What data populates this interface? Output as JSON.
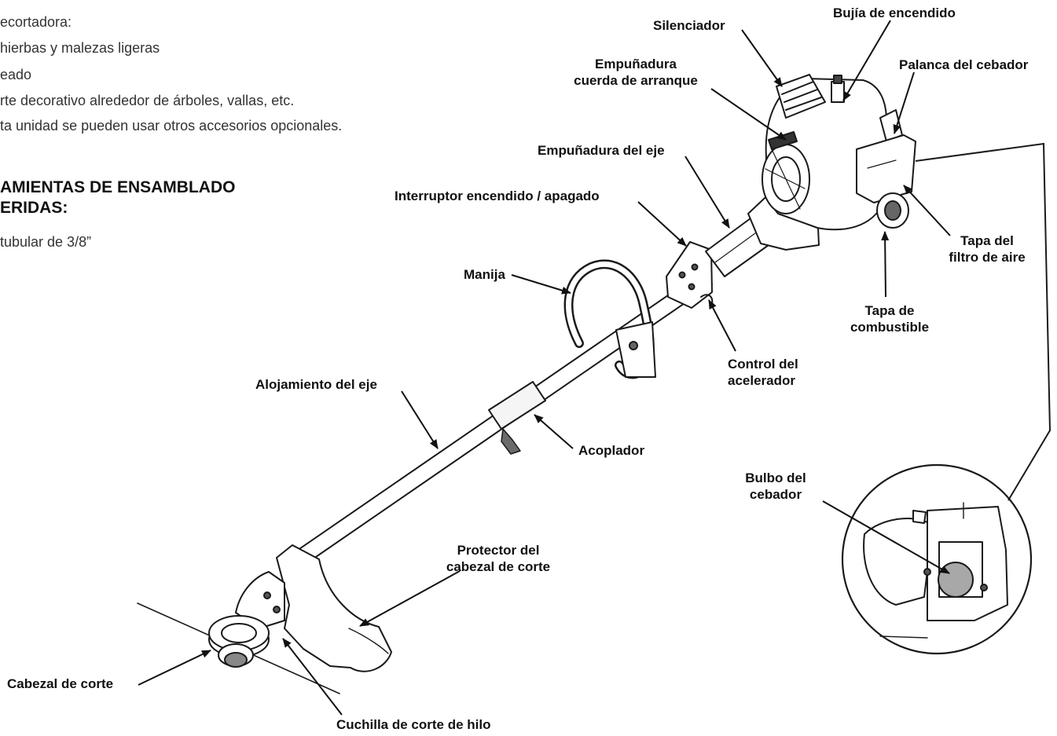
{
  "intro": {
    "lines": [
      "ecortadora:",
      "hierbas y malezas ligeras",
      "eado",
      "rte decorativo alrededor de árboles, vallas, etc.",
      "ta unidad se pueden usar otros accesorios opcionales."
    ],
    "heading_lines": [
      "AMIENTAS DE ENSAMBLADO",
      "ERIDAS:"
    ],
    "tool_line": "tubular de 3/8”"
  },
  "labels": {
    "silenciador": "Silenciador",
    "bujia": "Bujía de encendido",
    "empunadura_cuerda": [
      "Empuñadura",
      "cuerda de arranque"
    ],
    "palanca_cebador": "Palanca del cebador",
    "empunadura_eje": "Empuñadura del eje",
    "interruptor": "Interruptor encendido / apagado",
    "tapa_filtro": [
      "Tapa del",
      "filtro de aire"
    ],
    "manija": "Manija",
    "tapa_combustible": [
      "Tapa de",
      "combustible"
    ],
    "control_acelerador": [
      "Control del",
      "acelerador"
    ],
    "alojamiento_eje": "Alojamiento del eje",
    "acoplador": "Acoplador",
    "bulbo_cebador": [
      "Bulbo del",
      "cebador"
    ],
    "protector_cabezal": [
      "Protector del",
      "cabezal de corte"
    ],
    "cabezal_corte": "Cabezal de corte",
    "cuchilla_hilo": "Cuchilla de corte de hilo"
  }
}
